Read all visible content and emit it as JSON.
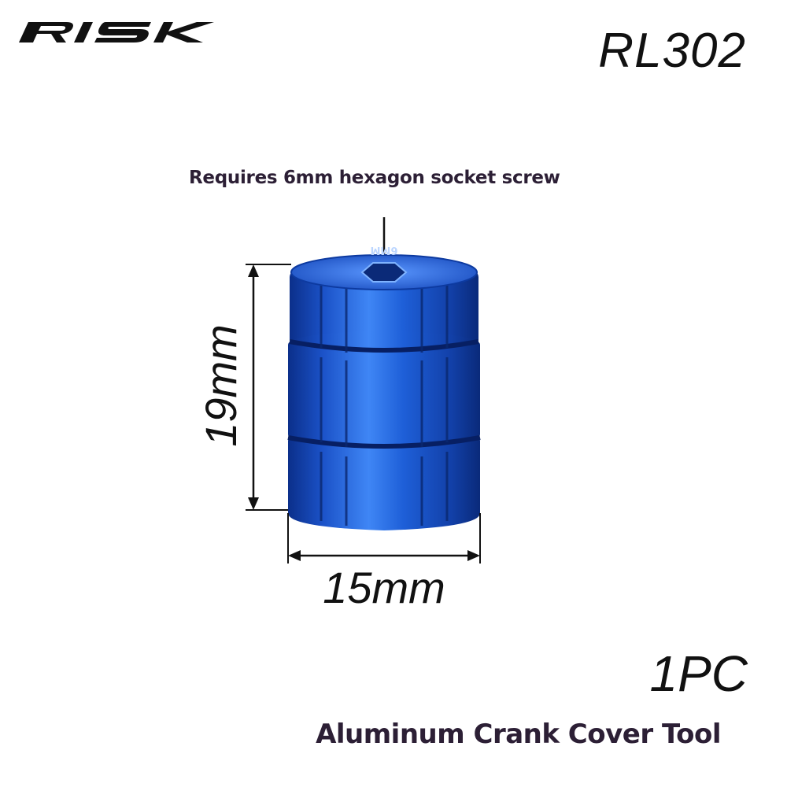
{
  "brand": {
    "name": "RISK",
    "logo_icon": "risk-logo-icon"
  },
  "header": {
    "model": "RL302"
  },
  "callout": {
    "text": "Requires 6mm hexagon socket screw"
  },
  "product": {
    "color": "#1f5fd6",
    "engraving": "6MM",
    "height_label": "19mm",
    "width_label": "15mm"
  },
  "footer": {
    "quantity": "1PC",
    "caption": "Aluminum Crank Cover Tool"
  }
}
